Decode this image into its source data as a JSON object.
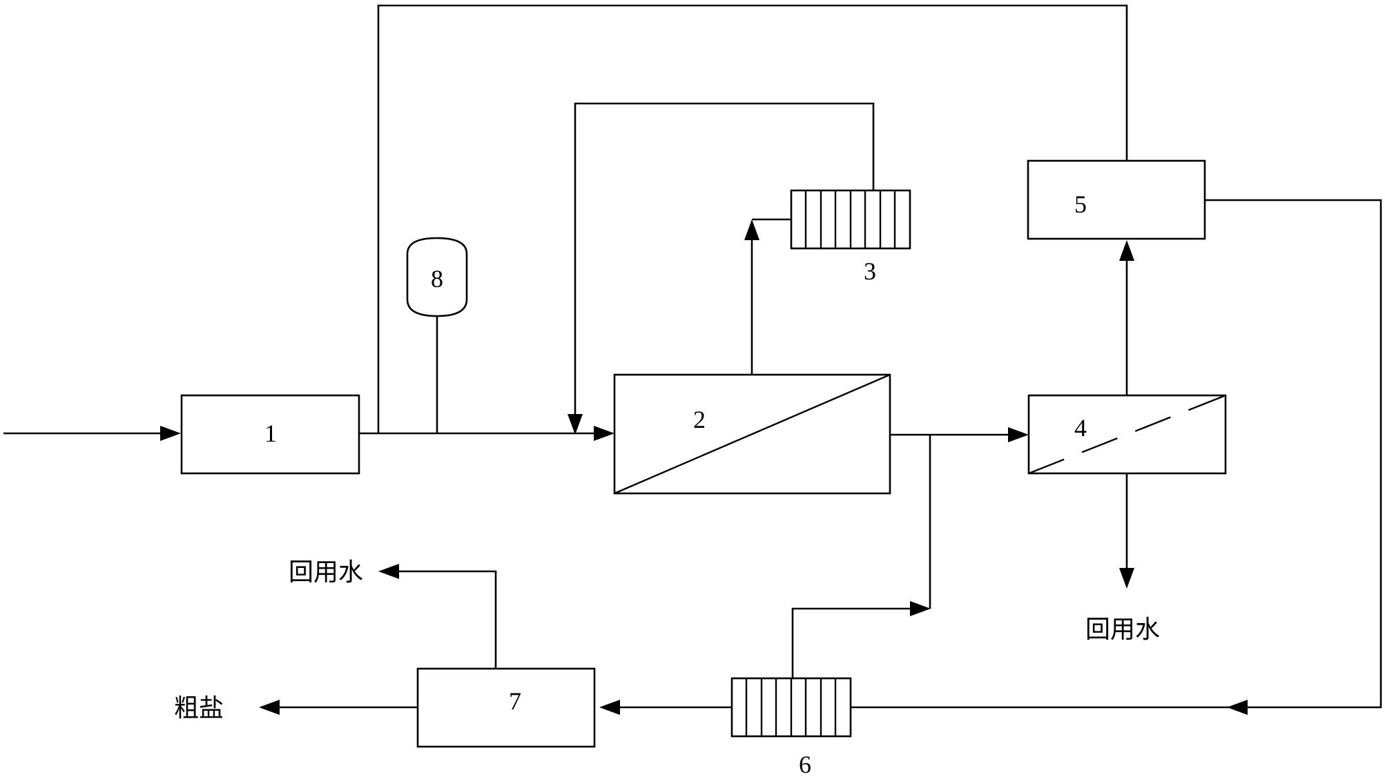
{
  "units": [
    {
      "id": "1",
      "label": "1"
    },
    {
      "id": "2",
      "label": "2"
    },
    {
      "id": "3",
      "label": "3"
    },
    {
      "id": "4",
      "label": "4"
    },
    {
      "id": "5",
      "label": "5"
    },
    {
      "id": "6",
      "label": "6"
    },
    {
      "id": "7",
      "label": "7"
    },
    {
      "id": "8",
      "label": "8"
    }
  ],
  "outputs": {
    "reuse_water_top": "回用水",
    "reuse_water_right": "回用水",
    "crude_salt": "粗盐"
  }
}
